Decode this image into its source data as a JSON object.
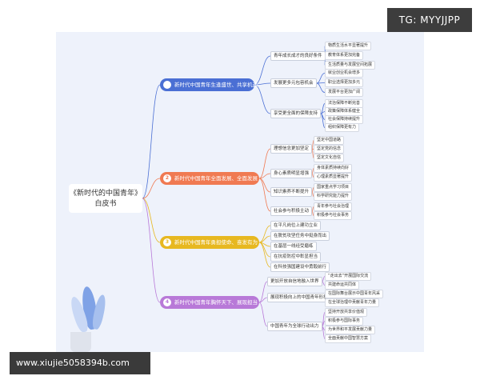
{
  "watermark_top": "TG: MYYJJPP",
  "watermark_bottom": "www.xiujie5058394b.com",
  "root": {
    "line1": "《新时代的中国青年》",
    "line2": "白皮书"
  },
  "branches": [
    {
      "num": "1",
      "label": "新时代中国青年生逢盛世、共享机遇",
      "color": "#4a6fd4",
      "subs": [
        {
          "label": "青年成长成才的良好条件",
          "leaves": [
            "物质生活水平显著提升",
            "教育体系更加完备",
            "生活质量与发展空间拓展"
          ]
        },
        {
          "label": "发展更多元包容机会",
          "leaves": [
            "就业创业机会增多",
            "职业选择更加多元",
            "发展平台更加广阔"
          ]
        },
        {
          "label": "享受更全面的保障支持",
          "leaves": [
            "法治保障不断完善",
            "政策保障体系健全",
            "社会保障持续提升",
            "组织保障更有力"
          ]
        }
      ]
    },
    {
      "num": "2",
      "label": "新时代中国青年全面发展、全面发展",
      "color": "#f07a52",
      "subs": [
        {
          "label": "理想信念更加坚定",
          "leaves": [
            "坚定中国道路",
            "坚定党的信念",
            "坚定文化自信"
          ]
        },
        {
          "label": "身心素质明显增强",
          "leaves": [
            "身体素质持续向好",
            "心理素质显著提升"
          ]
        },
        {
          "label": "知识素养不断提升",
          "leaves": [
            "国家重点学习项目",
            "科学研究能力提升"
          ]
        },
        {
          "label": "社会参与积极主动",
          "leaves": [
            "青年参与社会治理",
            "积极参与社会事务"
          ]
        }
      ]
    },
    {
      "num": "3",
      "label": "新时代中国青年勇担使命、奋发有为",
      "color": "#e7b820",
      "subs": [
        {
          "label": "在平凡岗位上建功立业",
          "leaves": []
        },
        {
          "label": "在脱贫攻坚任务中挺身而出",
          "leaves": []
        },
        {
          "label": "在基层一线经受磨练",
          "leaves": []
        },
        {
          "label": "在抗疫防控中彰显担当",
          "leaves": []
        },
        {
          "label": "在科技强国建设中勇毅前行",
          "leaves": []
        }
      ]
    },
    {
      "num": "4",
      "label": "新时代中国青年胸怀天下、展现担当",
      "color": "#b879d8",
      "subs": [
        {
          "label": "更加开放自信地融入世界",
          "leaves": [
            "“走出去”开展国际交流",
            "共建命运共同体"
          ]
        },
        {
          "label": "展现积极向上的中国青年形象",
          "leaves": [
            "在国际舞台展示中国青年风采",
            "在全球治理中贡献青年力量"
          ]
        },
        {
          "label": "中国青年为全球行动出力",
          "leaves": [
            "坚持开放共享价值观",
            "积极参与国际事务",
            "为世界和平发展贡献力量",
            "全面贡献中国智慧方案"
          ]
        }
      ]
    }
  ]
}
